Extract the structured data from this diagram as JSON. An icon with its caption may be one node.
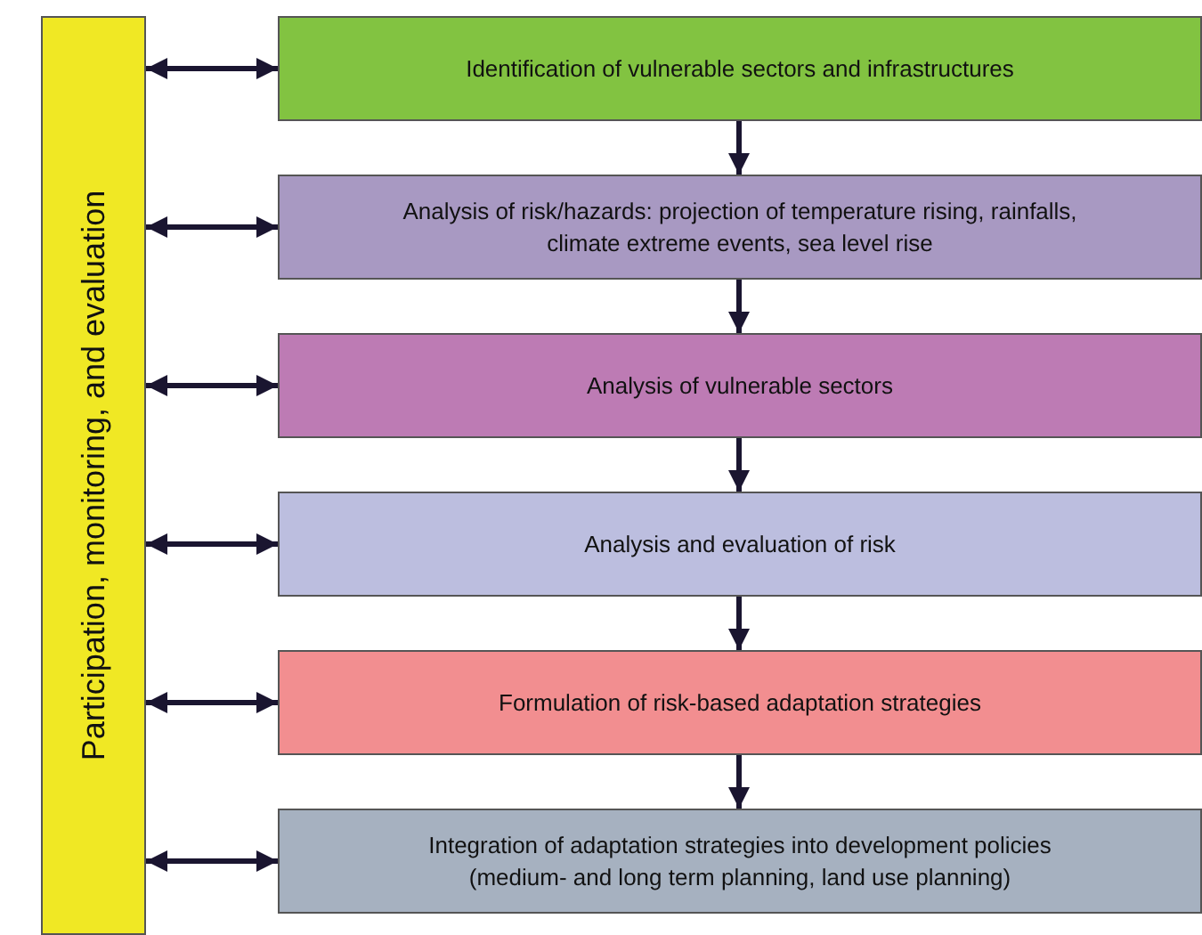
{
  "diagram": {
    "nodes": [
      {
        "text": [
          "Participation, monitoring, and evaluation"
        ]
      },
      {
        "text": [
          "Identification of vulnerable sectors and infrastructures"
        ]
      },
      {
        "text": [
          "Analysis of risk/hazards: projection of temperature rising, rainfalls, climate extreme events, sea level rise"
        ]
      },
      {
        "text": [
          "Analysis of vulnerable sectors"
        ]
      },
      {
        "text": [
          "Analysis and evaluation of risk"
        ]
      },
      {
        "text": [
          "Formulation of risk-based adaptation strategies"
        ]
      },
      {
        "text": [
          "Integration of adaptation strategies into development policies (medium- and long term planning, land use planning)"
        ]
      }
    ],
    "edges": [
      {
        "from": 0,
        "to": 1,
        "arrow": "both"
      },
      {
        "from": 0,
        "to": 2,
        "arrow": "both"
      },
      {
        "from": 0,
        "to": 3,
        "arrow": "both"
      },
      {
        "from": 0,
        "to": 4,
        "arrow": "both"
      },
      {
        "from": 0,
        "to": 5,
        "arrow": "both"
      },
      {
        "from": 0,
        "to": 6,
        "arrow": "both"
      },
      {
        "from": 1,
        "to": 2,
        "arrow": "to"
      },
      {
        "from": 2,
        "to": 3,
        "arrow": "to"
      },
      {
        "from": 3,
        "to": 4,
        "arrow": "to"
      },
      {
        "from": 4,
        "to": 5,
        "arrow": "to"
      },
      {
        "from": 5,
        "to": 6,
        "arrow": "to"
      }
    ]
  }
}
